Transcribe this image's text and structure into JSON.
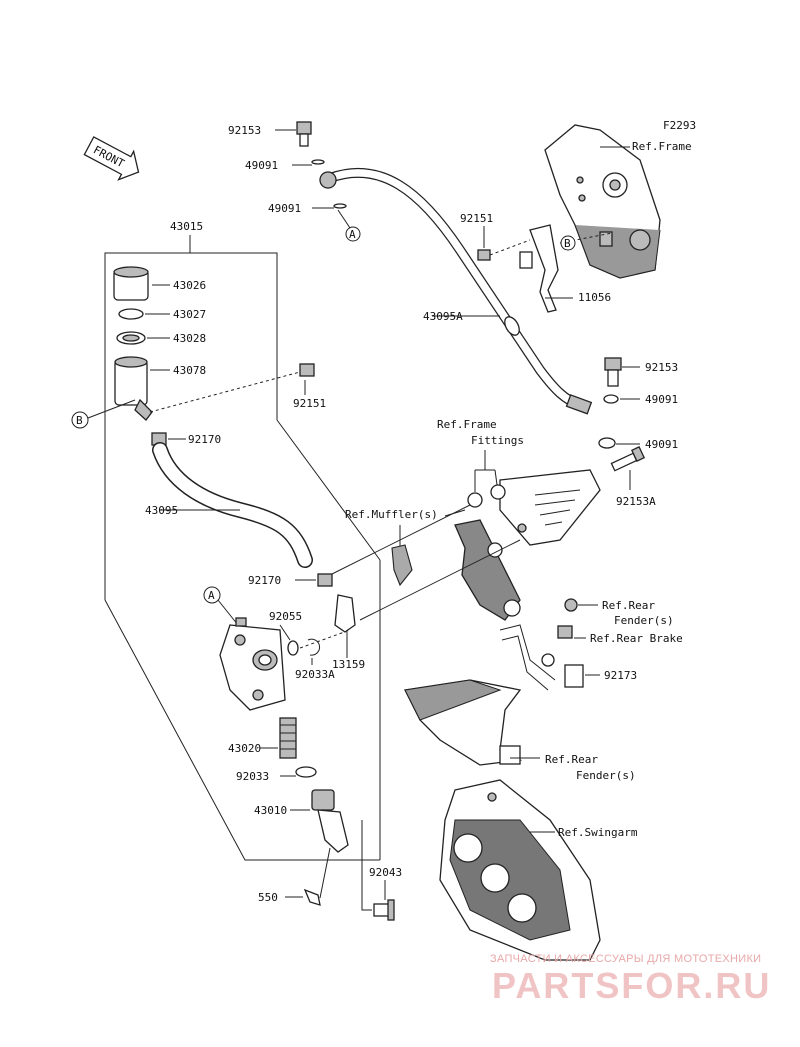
{
  "diagram_code": "F2293",
  "front_label": "FRONT",
  "callout_a": "A",
  "callout_b": "B",
  "parts": {
    "p92153_top": "92153",
    "p49091_a": "49091",
    "p49091_b": "49091",
    "p43015": "43015",
    "p43026": "43026",
    "p43027": "43027",
    "p43028": "43028",
    "p43078": "43078",
    "p92151_left": "92151",
    "p92170_a": "92170",
    "p43095": "43095",
    "p92170_b": "92170",
    "p92055": "92055",
    "p92033A": "92033A",
    "p13159": "13159",
    "p43020": "43020",
    "p92033": "92033",
    "p43010": "43010",
    "p550": "550",
    "p92043": "92043",
    "p92151_right": "92151",
    "p11056": "11056",
    "p43095A": "43095A",
    "p92153_mid": "92153",
    "p49091_c": "49091",
    "p49091_d": "49091",
    "p92153A": "92153A",
    "p92173": "92173"
  },
  "refs": {
    "frame": "Ref.Frame",
    "frame_fittings_1": "Ref.Frame",
    "frame_fittings_2": "Fittings",
    "muffler": "Ref.Muffler(s)",
    "rear_fender_1a": "Ref.Rear",
    "rear_fender_1b": "Fender(s)",
    "rear_brake": "Ref.Rear Brake",
    "rear_fender_2a": "Ref.Rear",
    "rear_fender_2b": "Fender(s)",
    "swingarm": "Ref.Swingarm"
  },
  "watermark": {
    "line1": "ЗАПЧАСТИ И АКСЕССУАРЫ ДЛЯ МОТОТЕХНИКИ",
    "logo": "PARTSFOR.RU"
  }
}
